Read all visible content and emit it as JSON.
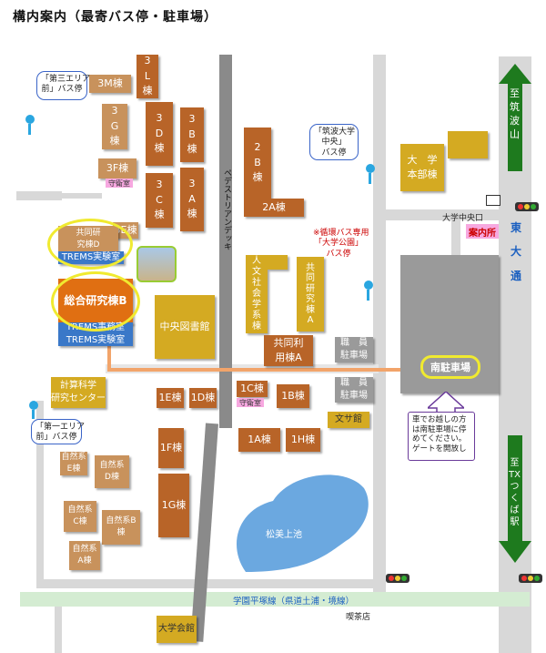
{
  "title": "構内案内（最寄バス停・駐車場）",
  "buildings": {
    "b3l": "3\nL\n棟",
    "b3m": "3M棟",
    "b3g": "3\nG\n棟",
    "b3d": "3\nD\n棟",
    "b3b": "3\nB\n棟",
    "b3f": "3F棟",
    "b3c": "3\nC\n棟",
    "b3a": "3\nA\n棟",
    "b3e": "3E棟",
    "b2b": "2\nB\n棟",
    "b2a": "2A棟",
    "honbu": "大　学\n本部棟",
    "jinbun": "人\n文\n社\n会\n学\n系\n棟",
    "kyodo_a": "共\n同\n研\n究\n棟\nA",
    "kyodo_d": "共同研\n究棟D",
    "trems_lab": "TREMS実験室",
    "sogo": "総合研究棟B",
    "trems_office": "TREMS事務室\nTREMS実験室",
    "library": "中央図書館",
    "kyodo_riyo": "共同利\n用棟A",
    "keisan": "計算科学\n研究センター",
    "b1e": "1E棟",
    "b1d": "1D棟",
    "b1c": "1C棟",
    "b1b": "1B棟",
    "bunsa": "文サ館",
    "b1a": "1A棟",
    "b1h": "1H棟",
    "b1f": "1F棟",
    "b1g": "1G棟",
    "shizen_e": "自然系\nE棟",
    "shizen_d": "自然系\nD棟",
    "shizen_c": "自然系\nC棟",
    "shizen_b": "自然系B\n棟",
    "shizen_a": "自然系\nA棟",
    "kaikan": "大学会館",
    "keibi1": "守衛室",
    "keibi2": "守衛室",
    "annai": "案内所"
  },
  "parking": {
    "staff1": "職　員\n駐車場",
    "staff2": "職　員\n駐車場",
    "south": "南駐車場"
  },
  "bus_stops": {
    "dai3": "「第三エリア\n前」バス停",
    "chuo": "「筑波大学\n中央」\nバス停",
    "koen": "※循環バス専用\n「大学公園」\nバス停",
    "dai1": "「第一エリア\n前」バス停"
  },
  "labels": {
    "pedestrian_deck": "ペデストリアンデッキ",
    "chuo_guchi": "大学中央口",
    "higashi_odori": "東\n\n大\n\n通",
    "to_tsukuba_san": "至\n筑\n波\n山",
    "to_tx": "至\nTX\nつ\nく\nば\n駅",
    "gakuen_line": "学園平塚線（県道土浦・境線）",
    "kissa": "喫茶店",
    "pond": "松美上池",
    "parking_note": "車でお越しの方\nは南駐車場に停\nめてください。\nゲートを開放し"
  },
  "colors": {
    "building": "#b86428",
    "highlight_building": "#e06f12",
    "facility": "#d4aa22",
    "trems": "#3a78c8",
    "road": "#d8d8d8",
    "green_arrow": "#1e7a1e",
    "pond": "#6ba8e0",
    "ring": "#f0ea30"
  }
}
